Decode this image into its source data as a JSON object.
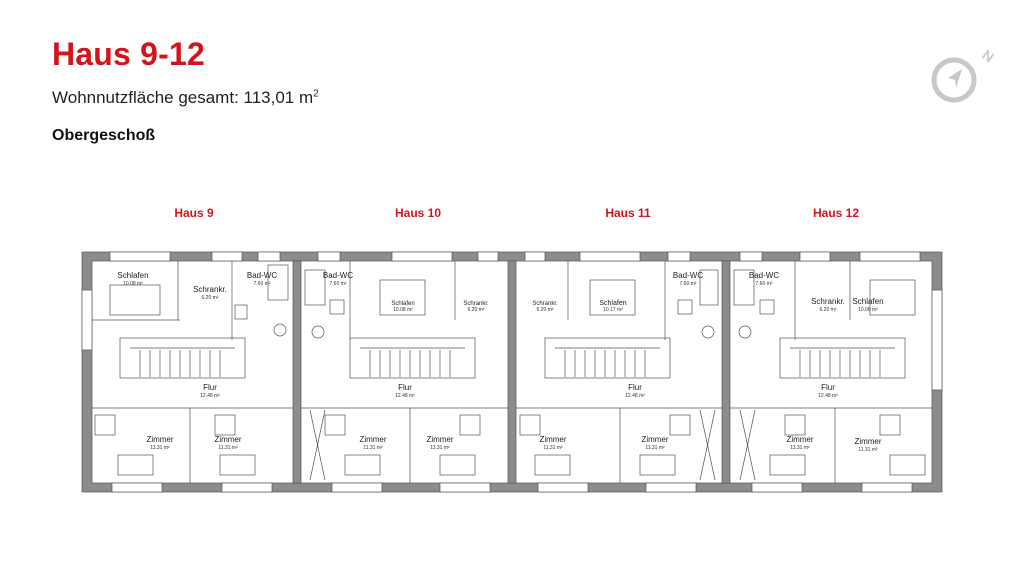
{
  "header": {
    "title": "Haus 9-12",
    "subtitle": "Wohnnutzfläche gesamt: 113,01 m",
    "subtitle_sup": "2",
    "floor": "Obergeschoß"
  },
  "compass": {
    "icon": "north-compass-icon",
    "letter": "N"
  },
  "houses": [
    {
      "label": "Haus 9",
      "rooms": [
        {
          "name": "Schlafen",
          "area": "10.08 m²"
        },
        {
          "name": "Schrankr.",
          "area": "6.20 m²"
        },
        {
          "name": "Bad-WC",
          "area": "7.60 m²"
        },
        {
          "name": "Flur",
          "area": "12.48 m²"
        },
        {
          "name": "Zimmer",
          "area": "11.31 m²"
        },
        {
          "name": "Zimmer",
          "area": "11.31 m²"
        }
      ]
    },
    {
      "label": "Haus 10",
      "rooms": [
        {
          "name": "Bad-WC",
          "area": "7.60 m²"
        },
        {
          "name": "Schlafen",
          "area": "10.08 m²"
        },
        {
          "name": "Schrankr.",
          "area": "6.20 m²"
        },
        {
          "name": "Flur",
          "area": "12.48 m²"
        },
        {
          "name": "Zimmer",
          "area": "11.31 m²"
        },
        {
          "name": "Zimmer",
          "area": "11.31 m²"
        }
      ]
    },
    {
      "label": "Haus 11",
      "rooms": [
        {
          "name": "Schrankr.",
          "area": "6.20 m²"
        },
        {
          "name": "Schlafen",
          "area": "10.17 m²"
        },
        {
          "name": "Bad-WC",
          "area": "7.60 m²"
        },
        {
          "name": "Flur",
          "area": "12.48 m²"
        },
        {
          "name": "Zimmer",
          "area": "11.31 m²"
        },
        {
          "name": "Zimmer",
          "area": "11.31 m²"
        }
      ]
    },
    {
      "label": "Haus 12",
      "rooms": [
        {
          "name": "Bad-WC",
          "area": "7.60 m²"
        },
        {
          "name": "Schrankr.",
          "area": "6.20 m²"
        },
        {
          "name": "Schlafen",
          "area": "10.08 m²"
        },
        {
          "name": "Flur",
          "area": "12.48 m²"
        },
        {
          "name": "Zimmer",
          "area": "11.31 m²"
        },
        {
          "name": "Zimmer",
          "area": "11.31 m²"
        }
      ]
    }
  ],
  "colors": {
    "accent": "#d4141b",
    "wall": "#8c8c8c",
    "line": "#555555",
    "compass": "#c8c8c8"
  }
}
